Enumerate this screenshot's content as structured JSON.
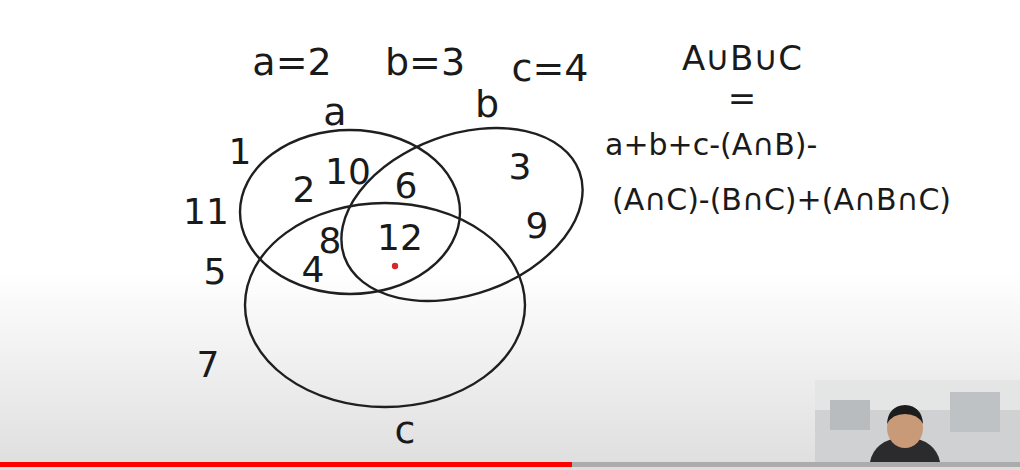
{
  "diagram": {
    "nodes": [
      {
        "text": [
          "a"
        ]
      },
      {
        "text": [
          "b"
        ]
      },
      {
        "text": [
          "c"
        ]
      }
    ],
    "labels": [
      "a=2",
      "b=3",
      "c=4",
      "A∪B∪C",
      "=",
      "a+b+c-(A∩B)-",
      "(A∩C)-(B∩C)+(A∩B∩C)",
      "1",
      "11",
      "5",
      "7",
      "2",
      "10",
      "6",
      "3",
      "9",
      "8",
      "4",
      "12"
    ]
  }
}
